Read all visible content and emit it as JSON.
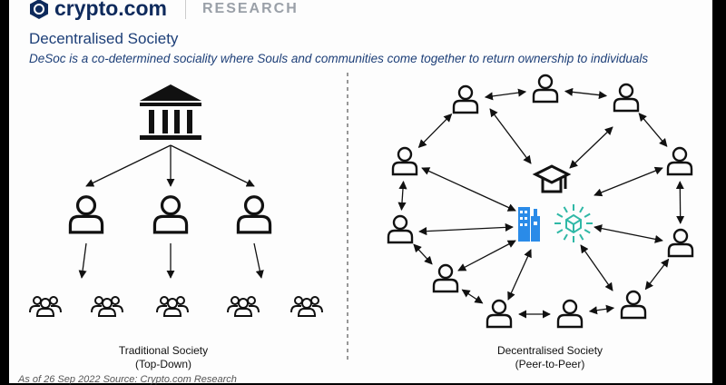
{
  "header": {
    "brand": "crypto.com",
    "section": "RESEARCH"
  },
  "title": "Decentralised Society",
  "subtitle": "DeSoc is a co-determined sociality where Souls and communities come together to return ownership to individuals",
  "left_caption": {
    "line1": "Traditional Society",
    "line2": "(Top-Down)"
  },
  "right_caption": {
    "line1": "Decentralised Society",
    "line2": "(Peer-to-Peer)"
  },
  "footer": "As of 26 Sep 2022     Source: Crypto.com Research",
  "colors": {
    "brand": "#0e2a5c",
    "title": "#1d3f78",
    "building": "#2a8be8",
    "cube": "#2fb8a6"
  }
}
